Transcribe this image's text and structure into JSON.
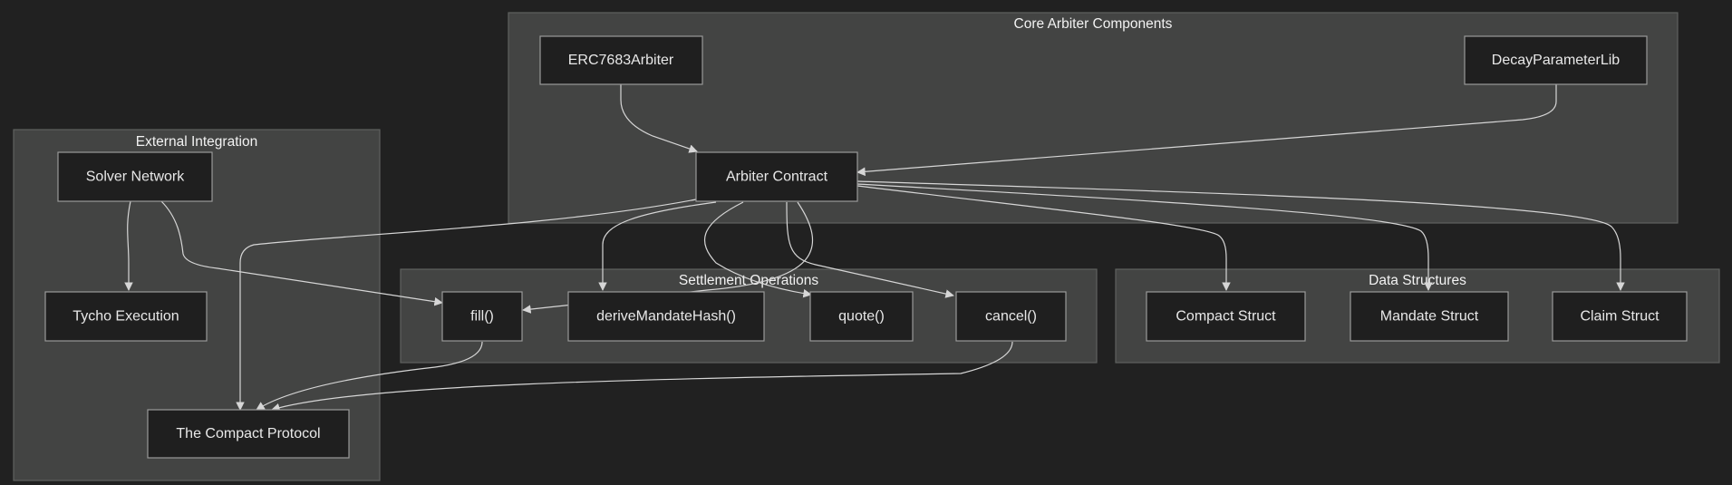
{
  "colors": {
    "background": "#212121",
    "cluster_fill": "#434443",
    "cluster_border": "#5f6160",
    "node_fill": "#1f1f1f",
    "node_border": "#9a9a9a",
    "edge": "#d6d6d6",
    "text": "#e8e8e8"
  },
  "clusters": {
    "core": "Core Arbiter Components",
    "external": "External Integration",
    "settlement": "Settlement Operations",
    "data": "Data Structures"
  },
  "nodes": {
    "erc7683": "ERC7683Arbiter",
    "decay": "DecayParameterLib",
    "arbiter": "Arbiter Contract",
    "solver": "Solver Network",
    "tycho": "Tycho Execution",
    "compact_protocol": "The Compact Protocol",
    "fill": "fill()",
    "derive": "deriveMandateHash()",
    "quote": "quote()",
    "cancel": "cancel()",
    "compact_struct": "Compact Struct",
    "mandate_struct": "Mandate Struct",
    "claim_struct": "Claim Struct"
  },
  "edges": [
    {
      "from": "erc7683",
      "to": "arbiter"
    },
    {
      "from": "decay",
      "to": "arbiter"
    },
    {
      "from": "arbiter",
      "to": "derive"
    },
    {
      "from": "arbiter",
      "to": "quote"
    },
    {
      "from": "arbiter",
      "to": "cancel"
    },
    {
      "from": "arbiter",
      "to": "fill"
    },
    {
      "from": "arbiter",
      "to": "compact_protocol"
    },
    {
      "from": "arbiter",
      "to": "compact_struct"
    },
    {
      "from": "arbiter",
      "to": "mandate_struct"
    },
    {
      "from": "arbiter",
      "to": "claim_struct"
    },
    {
      "from": "solver",
      "to": "tycho"
    },
    {
      "from": "solver",
      "to": "fill"
    },
    {
      "from": "fill",
      "to": "compact_protocol"
    },
    {
      "from": "cancel",
      "to": "compact_protocol"
    }
  ]
}
